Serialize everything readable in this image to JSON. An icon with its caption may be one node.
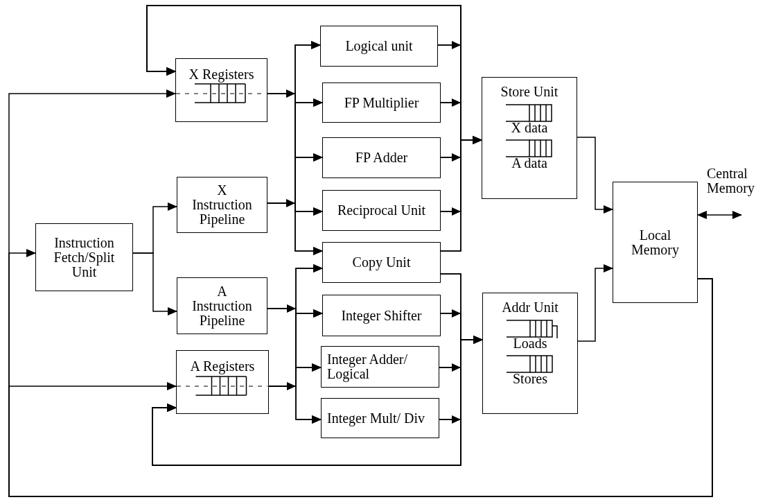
{
  "diagram": {
    "nodes": [
      {
        "text": [
          "X Registers"
        ]
      },
      {
        "text": [
          "Instruction Fetch/Split Unit"
        ]
      },
      {
        "text": [
          "X Instruction Pipeline"
        ]
      },
      {
        "text": [
          "A Instruction Pipeline"
        ]
      },
      {
        "text": [
          "A Registers"
        ]
      },
      {
        "text": [
          "Logical unit"
        ]
      },
      {
        "text": [
          "FP Multiplier"
        ]
      },
      {
        "text": [
          "FP Adder"
        ]
      },
      {
        "text": [
          "Reciprocal Unit"
        ]
      },
      {
        "text": [
          "Copy Unit"
        ]
      },
      {
        "text": [
          "Integer Shifter"
        ]
      },
      {
        "text": [
          "Integer Adder/ Logical"
        ]
      },
      {
        "text": [
          "Integer Mult/ Div"
        ]
      },
      {
        "text": [
          "Store Unit",
          "X data",
          "A data"
        ]
      },
      {
        "text": [
          "Addr Unit",
          "Loads",
          "Stores"
        ]
      },
      {
        "text": [
          "Local Memory"
        ]
      }
    ],
    "edges": [
      {
        "from": 1,
        "to": 2,
        "arrow": "to"
      },
      {
        "from": 1,
        "to": 3,
        "arrow": "to"
      },
      {
        "from": 0,
        "to": 5,
        "arrow": "to"
      },
      {
        "from": 0,
        "to": 6,
        "arrow": "to"
      },
      {
        "from": 0,
        "to": 7,
        "arrow": "to"
      },
      {
        "from": 0,
        "to": 8,
        "arrow": "to"
      },
      {
        "from": 0,
        "to": 9,
        "arrow": "to"
      },
      {
        "from": 2,
        "to": 5,
        "arrow": "to"
      },
      {
        "from": 2,
        "to": 6,
        "arrow": "to"
      },
      {
        "from": 2,
        "to": 7,
        "arrow": "to"
      },
      {
        "from": 2,
        "to": 8,
        "arrow": "to"
      },
      {
        "from": 2,
        "to": 9,
        "arrow": "to"
      },
      {
        "from": 3,
        "to": 9,
        "arrow": "to"
      },
      {
        "from": 3,
        "to": 10,
        "arrow": "to"
      },
      {
        "from": 3,
        "to": 11,
        "arrow": "to"
      },
      {
        "from": 3,
        "to": 12,
        "arrow": "to"
      },
      {
        "from": 4,
        "to": 9,
        "arrow": "to"
      },
      {
        "from": 4,
        "to": 10,
        "arrow": "to"
      },
      {
        "from": 4,
        "to": 11,
        "arrow": "to"
      },
      {
        "from": 4,
        "to": 12,
        "arrow": "to"
      },
      {
        "from": 5,
        "to": 13,
        "arrow": "to"
      },
      {
        "from": 6,
        "to": 13,
        "arrow": "to"
      },
      {
        "from": 7,
        "to": 13,
        "arrow": "to"
      },
      {
        "from": 8,
        "to": 13,
        "arrow": "to"
      },
      {
        "from": 9,
        "to": 13,
        "arrow": "to"
      },
      {
        "from": 5,
        "to": 0,
        "arrow": "to"
      },
      {
        "from": 6,
        "to": 0,
        "arrow": "to"
      },
      {
        "from": 7,
        "to": 0,
        "arrow": "to"
      },
      {
        "from": 8,
        "to": 0,
        "arrow": "to"
      },
      {
        "from": 9,
        "to": 0,
        "arrow": "to"
      },
      {
        "from": 9,
        "to": 14,
        "arrow": "to"
      },
      {
        "from": 10,
        "to": 14,
        "arrow": "to"
      },
      {
        "from": 11,
        "to": 14,
        "arrow": "to"
      },
      {
        "from": 12,
        "to": 14,
        "arrow": "to"
      },
      {
        "from": 9,
        "to": 4,
        "arrow": "to"
      },
      {
        "from": 10,
        "to": 4,
        "arrow": "to"
      },
      {
        "from": 11,
        "to": 4,
        "arrow": "to"
      },
      {
        "from": 12,
        "to": 4,
        "arrow": "to"
      },
      {
        "from": 13,
        "to": 15,
        "arrow": "to"
      },
      {
        "from": 14,
        "to": 15,
        "arrow": "to"
      },
      {
        "from": 15,
        "to": 0,
        "arrow": "to"
      },
      {
        "from": 15,
        "to": 1,
        "arrow": "to"
      },
      {
        "from": 15,
        "to": 4,
        "arrow": "to"
      },
      {
        "from": 15,
        "to": null,
        "arrow": "both"
      }
    ],
    "labels": [
      "Central Memory"
    ]
  }
}
